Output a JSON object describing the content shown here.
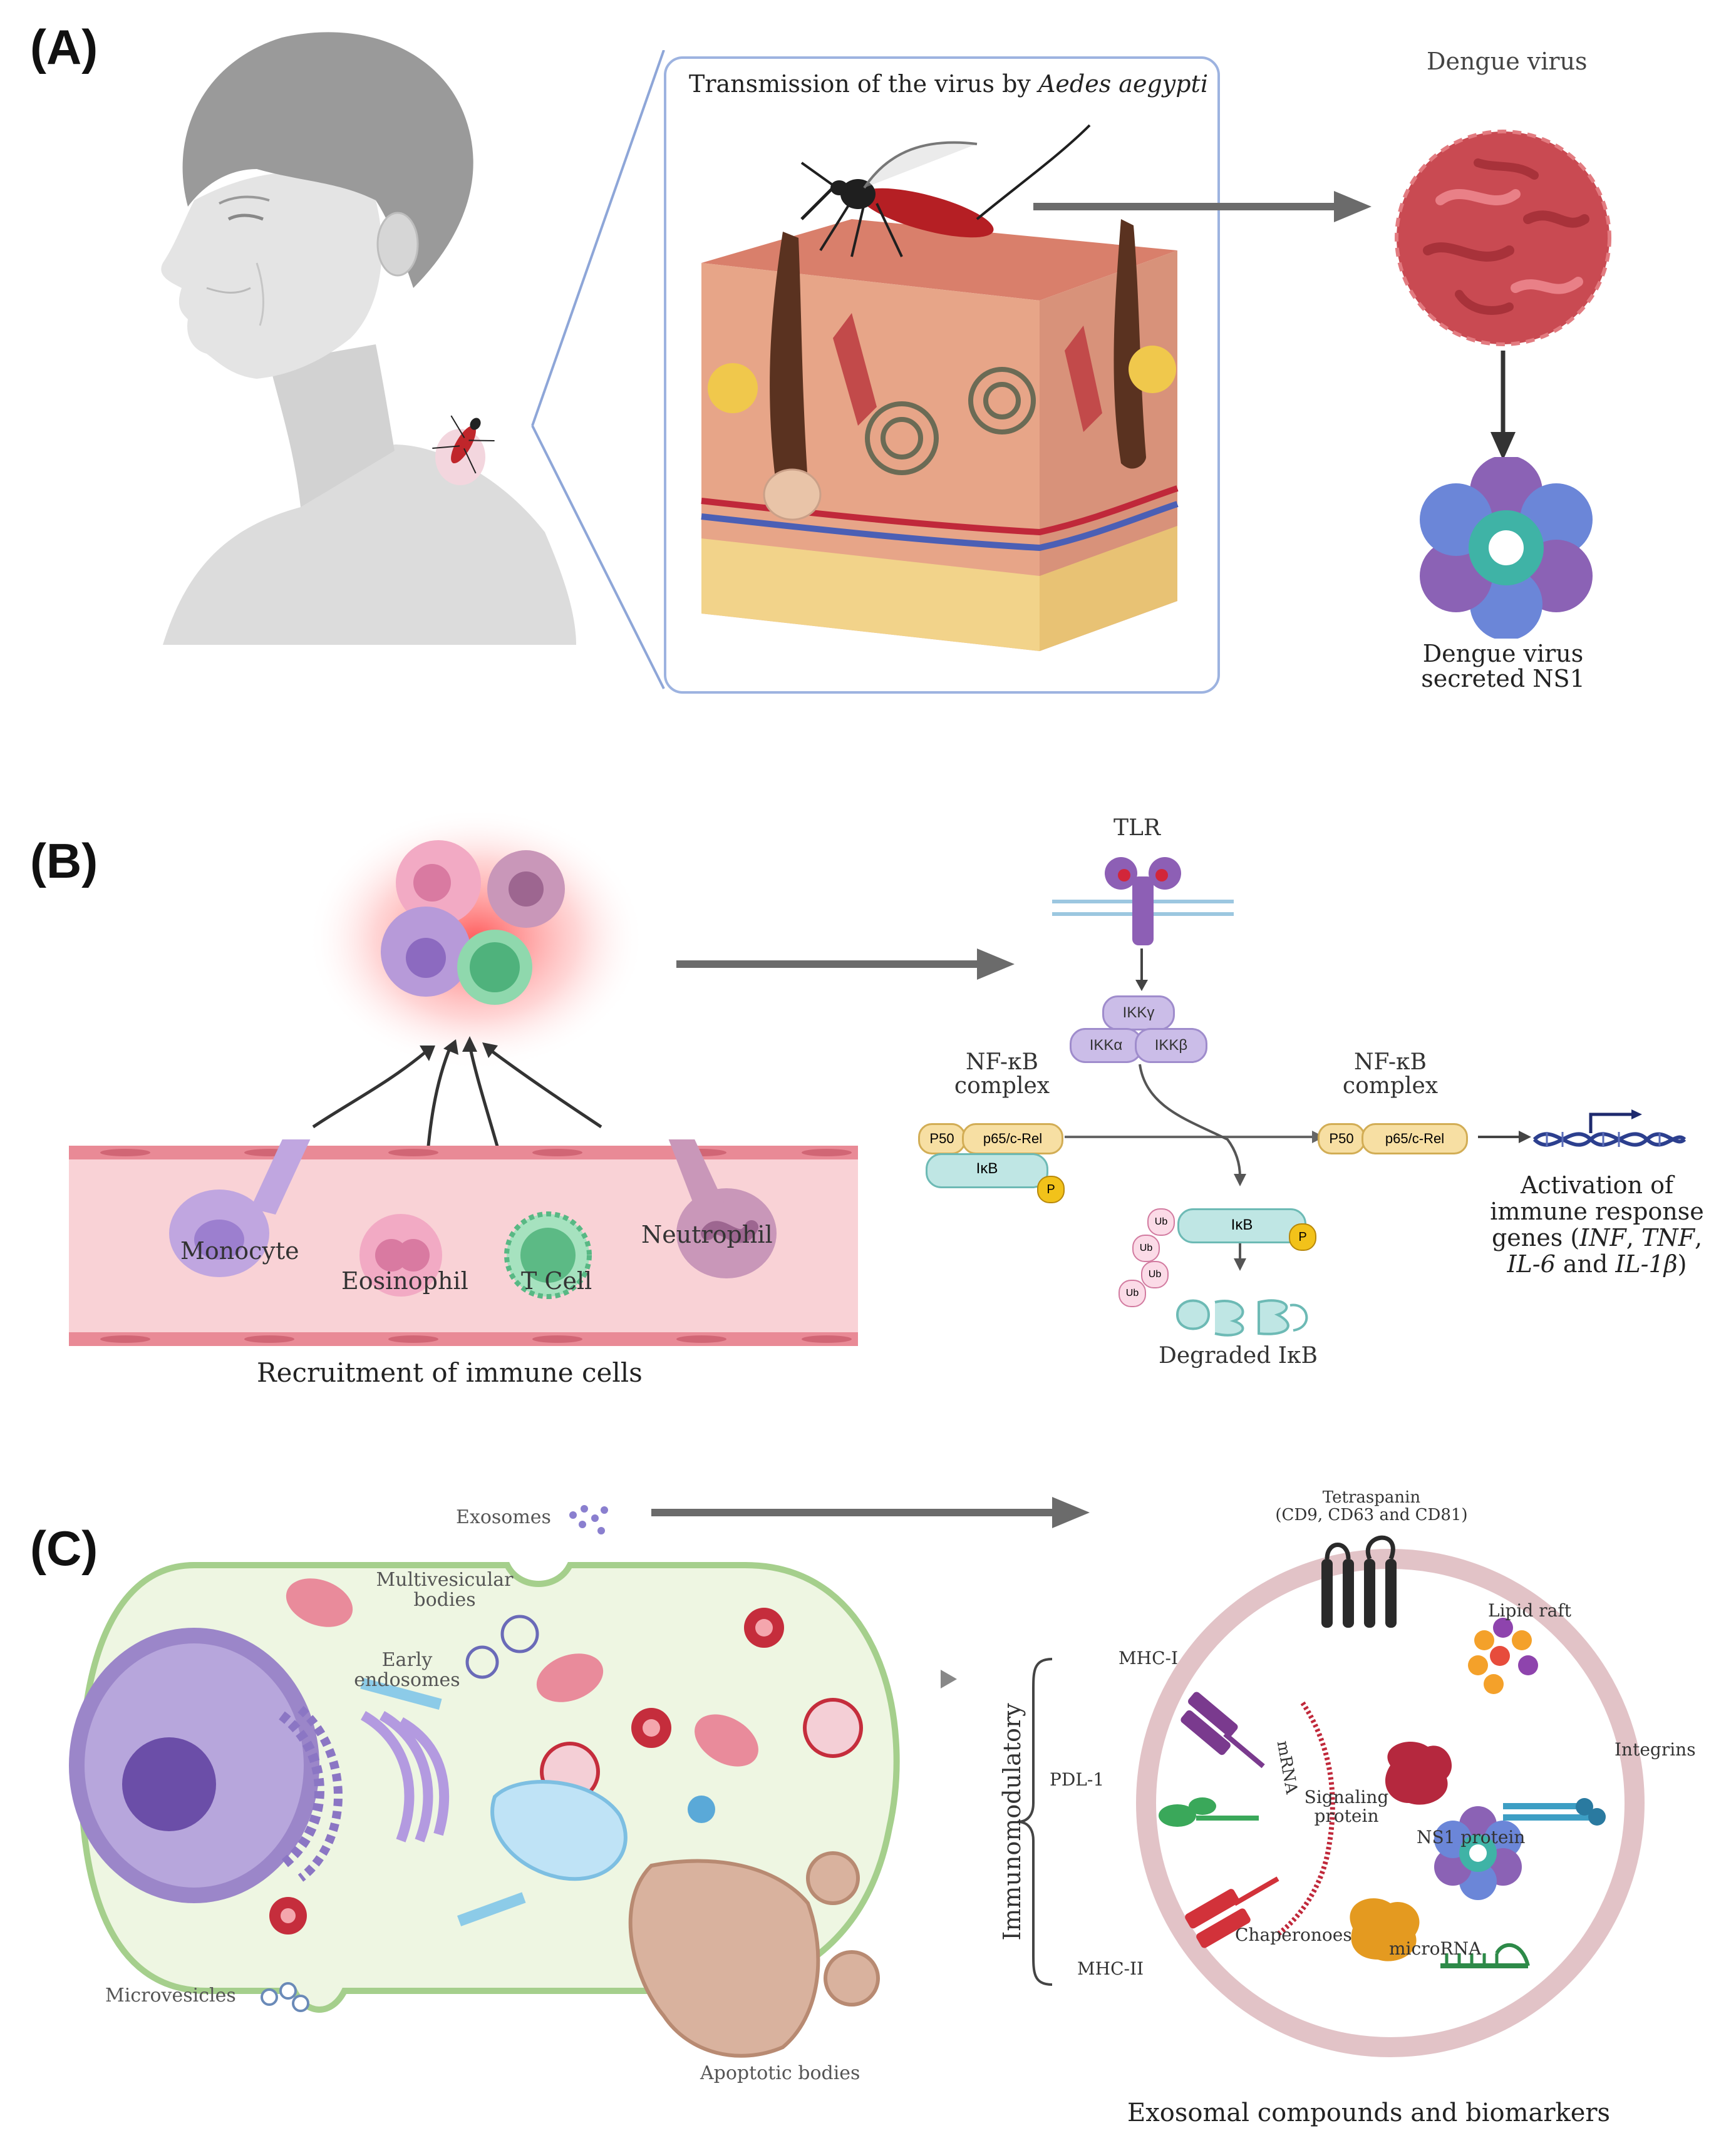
{
  "panel_a": {
    "label": "(A)",
    "transmission_title_prefix": "Transmission of the virus by ",
    "transmission_title_species": "Aedes aegypti",
    "virus_label": "Dengue virus",
    "ns1_label_line1": "Dengue virus",
    "ns1_label_line2": "secreted NS1"
  },
  "panel_b": {
    "label": "(B)",
    "tlr_label": "TLR",
    "ikk_gamma": "IKKγ",
    "ikk_alpha": "IKKα",
    "ikk_beta": "IKKβ",
    "nfkb_left_line1": "NF-κB",
    "nfkb_left_line2": "complex",
    "nfkb_right_line1": "NF-κB",
    "nfkb_right_line2": "complex",
    "p50": "P50",
    "p65": "p65/c-Rel",
    "ikb": "IκB",
    "phos": "P",
    "ub": "Ub",
    "degraded_label": "Degraded IκB",
    "activation_line1": "Activation of",
    "activation_line2": "immune response",
    "activation_line3": "genes (",
    "activation_inf": "INF",
    "activation_tnf": "TNF",
    "activation_il6": "IL-6",
    "activation_and": " and ",
    "activation_il1b": "IL-1β",
    "cells": {
      "monocyte": "Monocyte",
      "eosinophil": "Eosinophil",
      "tcell": "T Cell",
      "neutrophil": "Neutrophil"
    },
    "recruitment_label": "Recruitment of immune cells"
  },
  "panel_c": {
    "label": "(C)",
    "exosomes": "Exosomes",
    "mvb_line1": "Multivesicular",
    "mvb_line2": "bodies",
    "early_endo_line1": "Early",
    "early_endo_line2": "endosomes",
    "microvesicles": "Microvesicles",
    "apoptotic": "Apoptotic bodies",
    "tetraspanin_line1": "Tetraspanin",
    "tetraspanin_line2": "(CD9, CD63 and CD81)",
    "lipid_raft": "Lipid raft",
    "integrins": "Integrins",
    "mhc1": "MHC-I",
    "mhc2": "MHC-II",
    "pdl1": "PDL-1",
    "mrna": "mRNA",
    "signaling_line1": "Signaling",
    "signaling_line2": "protein",
    "ns1_protein": "NS1 protein",
    "chaperones": "Chaperonoes",
    "microrna": "microRNA",
    "immunomodulatory": "Immunomodulatory",
    "exosomal_label": "Exosomal compounds and biomarkers"
  }
}
